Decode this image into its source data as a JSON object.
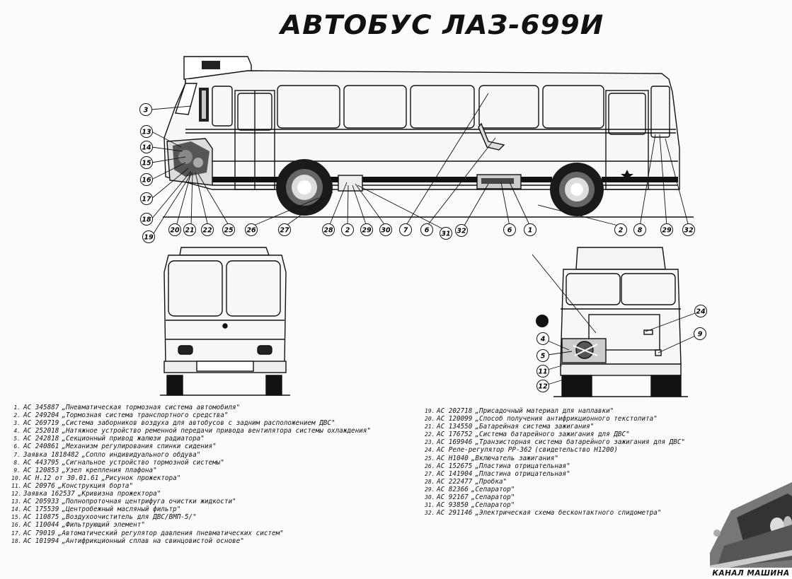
{
  "title": "АВТОБУС ЛАЗ-699И",
  "watermark": "КАНАЛ МАШИНА",
  "callouts_side": [
    "3",
    "13",
    "14",
    "15",
    "16",
    "17",
    "18",
    "19",
    "20",
    "21",
    "22",
    "25",
    "26",
    "27",
    "28",
    "2",
    "29",
    "30",
    "7",
    "6",
    "31",
    "32",
    "6",
    "1",
    "2",
    "8",
    "29",
    "32"
  ],
  "callouts_rear": [
    "4",
    "5",
    "11",
    "12",
    "24",
    "9"
  ],
  "legend_left": [
    {
      "n": "1.",
      "code": "АС 345887",
      "text": "„Пневматическая тормозная система автомобиля\""
    },
    {
      "n": "2.",
      "code": "АС 249204",
      "text": "„Тормозная система транспортного средства\""
    },
    {
      "n": "3.",
      "code": "АС 269719",
      "text": "„Система заборников воздуха для автобусов с задним расположением ДВС\""
    },
    {
      "n": "4.",
      "code": "АС 252018",
      "text": "„Натяжное устройство ременной передачи привода вентилятора системы охлаждения\""
    },
    {
      "n": "5.",
      "code": "АС 242818",
      "text": "„Секционный привод жалюзи радиатора\""
    },
    {
      "n": "6.",
      "code": "АС 240861",
      "text": "„Механизм регулирования спинки сидения\""
    },
    {
      "n": "7.",
      "code": "Заявка 1818482",
      "text": "„Сопло индивидуального обдува\""
    },
    {
      "n": "8.",
      "code": "АС 443795",
      "text": "„Сигнальное устройство тормозной системы\""
    },
    {
      "n": "9.",
      "code": "АС 120853",
      "text": "„Узел крепления плафона\""
    },
    {
      "n": "10.",
      "code": "АС Н.12 от 30.01.61",
      "text": "„Рисунок прожектора\""
    },
    {
      "n": "11.",
      "code": "АС 20976",
      "text": "„Конструкция борта\""
    },
    {
      "n": "12.",
      "code": "Заявка 162537",
      "text": "„Кривизна прожектора\""
    },
    {
      "n": "13.",
      "code": "АС 205933",
      "text": "„Полнопроточная центрифуга очистки жидкости\""
    },
    {
      "n": "14.",
      "code": "АС 175539",
      "text": "„Центробежный масляный фильтр\""
    },
    {
      "n": "15.",
      "code": "АС 110875",
      "text": "„Воздухоочиститель для ДВС/ВМП-5/\""
    },
    {
      "n": "16.",
      "code": "АС 110044",
      "text": "„Фильтрующий элемент\""
    },
    {
      "n": "17.",
      "code": "АС 79019",
      "text": "„Автоматический регулятор давления пневматических систем\""
    },
    {
      "n": "18.",
      "code": "АС 101994",
      "text": "„Антифрикционный сплав на свинцовистой основе\""
    }
  ],
  "legend_right": [
    {
      "n": "19.",
      "code": "АС 202718",
      "text": "„Присадочный материал для наплавки\""
    },
    {
      "n": "20.",
      "code": "АС 120099",
      "text": "„Способ получения антифрикционного текстолита\""
    },
    {
      "n": "21.",
      "code": "АС 134550",
      "text": "„Батарейная система зажигания\""
    },
    {
      "n": "22.",
      "code": "АС 176752",
      "text": "„Система батарейного зажигания для ДВС\""
    },
    {
      "n": "23.",
      "code": "АС 169946",
      "text": "„Транзисторная система батарейного зажигания для ДВС\""
    },
    {
      "n": "24.",
      "code": "АС Реле-регулятор РР-362",
      "text": "(свидетельство Н1200)"
    },
    {
      "n": "25.",
      "code": "АС Н1040",
      "text": "„Включатель зажигания\""
    },
    {
      "n": "26.",
      "code": "АС 152675",
      "text": "„Пластина отрицательная\""
    },
    {
      "n": "27.",
      "code": "АС 141904",
      "text": "„Пластина отрицательная\""
    },
    {
      "n": "28.",
      "code": "АС 222477",
      "text": "„Пробка\""
    },
    {
      "n": "29.",
      "code": "АС 82366",
      "text": "„Сепаратор\""
    },
    {
      "n": "30.",
      "code": "АС 92167",
      "text": "„Сепаратор\""
    },
    {
      "n": "31.",
      "code": "АС 93850",
      "text": "„Сепаратор\""
    },
    {
      "n": "32.",
      "code": "АС 291146",
      "text": "„Электрическая схема бесконтактного спидометра\""
    }
  ]
}
